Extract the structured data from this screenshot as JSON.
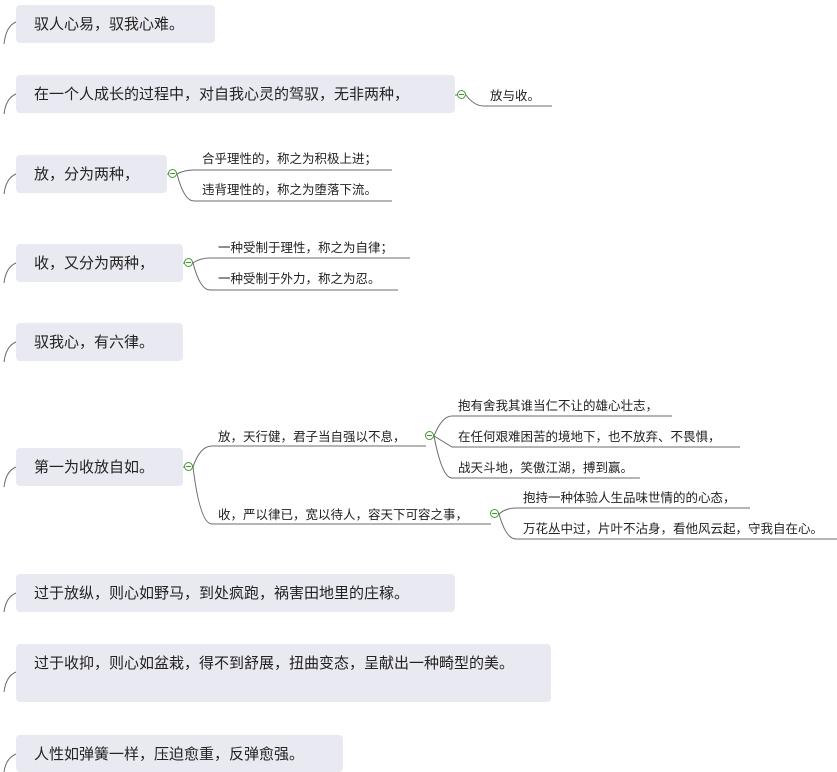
{
  "topics": {
    "t1": "驭人心易，驭我心难。",
    "t2": "在一个人成长的过程中，对自我心灵的驾驭，无非两种，",
    "t2_leaf": "放与收。",
    "t3": "放，分为两种，",
    "t3_leaves": [
      "合乎理性的，称之为积极上进；",
      "违背理性的，称之为堕落下流。"
    ],
    "t4": "收，又分为两种，",
    "t4_leaves": [
      "一种受制于理性，称之为自律；",
      "一种受制于外力，称之为忍。"
    ],
    "t5": "驭我心，有六律。",
    "t6": "第一为收放自如。",
    "t6_branch_fang": "放，天行健，君子当自强以不息，",
    "t6_fang_leaves": [
      "抱有舍我其谁当仁不让的雄心壮志，",
      "在任何艰难困苦的境地下，也不放弃、不畏惧，",
      "战天斗地，笑傲江湖，搏到赢。"
    ],
    "t6_branch_shou": "收，严以律已，宽以待人，容天下可容之事，",
    "t6_shou_leaves": [
      "抱持一种体验人生品味世情的的心态，",
      "万花丛中过，片叶不沾身，看他风云起，守我自在心。"
    ],
    "t7": "过于放纵，则心如野马，到处疯跑，祸害田地里的庄稼。",
    "t8": "过于收抑，则心如盆栽，得不到舒展，扭曲变态，呈献出一种畸型的美。",
    "t9": "人性如弹簧一样，压迫愈重，反弹愈强。"
  },
  "colors": {
    "topic_bg": "#e9e9f1",
    "line": "#6b6b6b",
    "toggle": "#3f9a2e"
  }
}
